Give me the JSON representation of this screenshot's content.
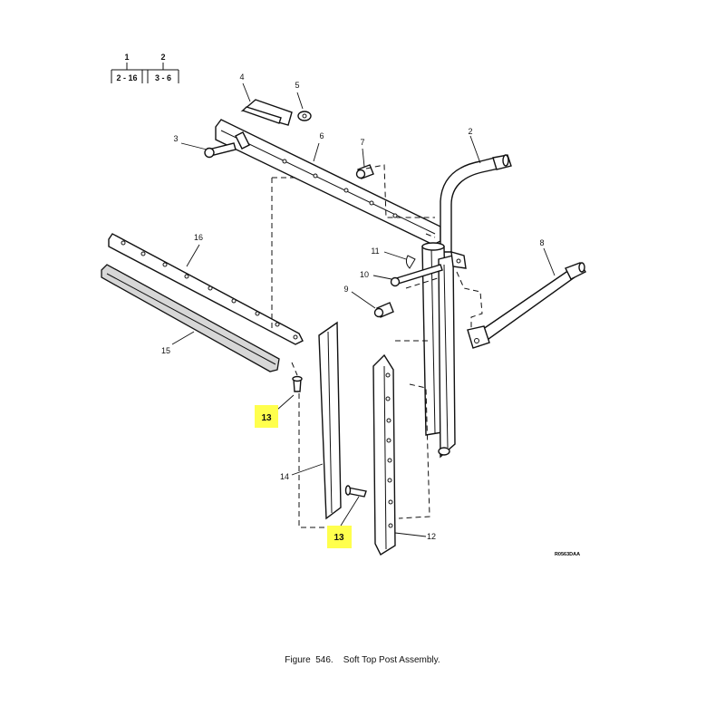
{
  "reference_table": {
    "columns": [
      {
        "number": "1",
        "range": "2 - 16"
      },
      {
        "number": "2",
        "range": "3 - 6"
      }
    ]
  },
  "callouts": {
    "c2": "2",
    "c3": "3",
    "c4": "4",
    "c5": "5",
    "c6": "6",
    "c7": "7",
    "c8": "8",
    "c9": "9",
    "c10": "10",
    "c11": "11",
    "c12": "12",
    "c13a": "13",
    "c13b": "13",
    "c14": "14",
    "c15": "15",
    "c16": "16"
  },
  "highlight": {
    "color": "#ffff4d"
  },
  "drawing_id": "R0563DAA",
  "caption": "Figure  546.    Soft Top Post Assembly."
}
